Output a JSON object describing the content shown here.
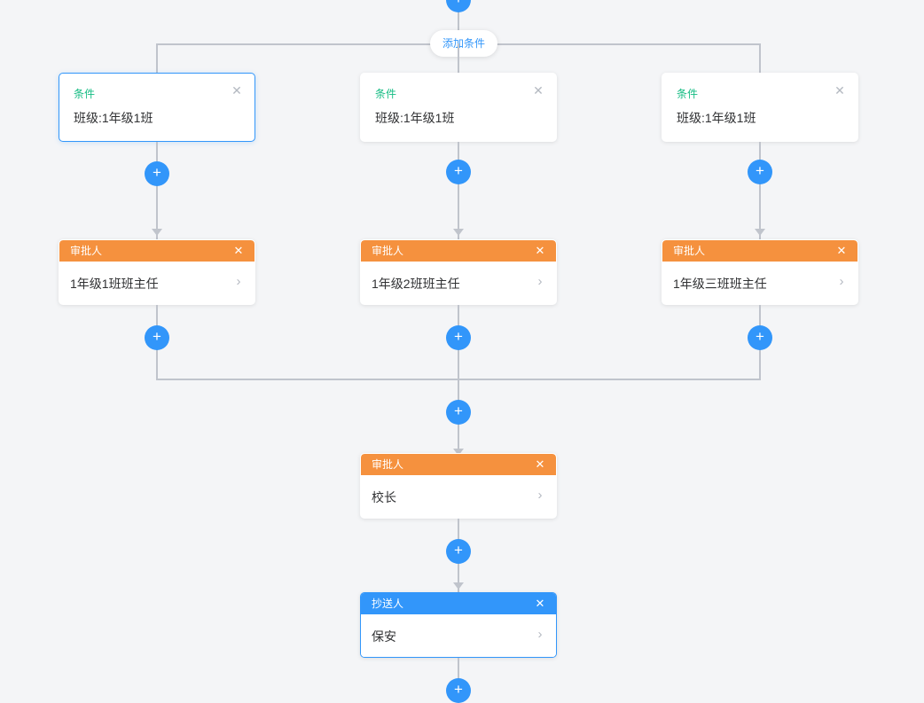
{
  "canvas": {
    "background": "#f4f5f7",
    "line_color": "#c0c4cc",
    "accent_blue": "#3296fa",
    "accent_orange": "#f5913e",
    "accent_green": "#15bc83"
  },
  "add_condition": {
    "label": "添加条件"
  },
  "plus_buttons": [
    {
      "name": "add-node-top",
      "glyph": "+"
    },
    {
      "name": "add-node-branch-1",
      "glyph": "+"
    },
    {
      "name": "add-node-branch-2",
      "glyph": "+"
    },
    {
      "name": "add-node-branch-3",
      "glyph": "+"
    },
    {
      "name": "add-node-after-approver-1",
      "glyph": "+"
    },
    {
      "name": "add-node-after-approver-2",
      "glyph": "+"
    },
    {
      "name": "add-node-after-approver-3",
      "glyph": "+"
    },
    {
      "name": "add-node-after-merge",
      "glyph": "+"
    },
    {
      "name": "add-node-after-principal",
      "glyph": "+"
    },
    {
      "name": "add-node-after-cc",
      "glyph": "+"
    }
  ],
  "branches": [
    {
      "condition": {
        "title": "条件",
        "value": "班级:1年级1班",
        "close_glyph": "✕",
        "selected": true
      },
      "approver": {
        "title": "审批人",
        "value": "1年级1班班主任",
        "close_glyph": "✕",
        "chevron_glyph": "›",
        "selected": false
      }
    },
    {
      "condition": {
        "title": "条件",
        "value": "班级:1年级1班",
        "close_glyph": "✕",
        "selected": false
      },
      "approver": {
        "title": "审批人",
        "value": "1年级2班班主任",
        "close_glyph": "✕",
        "chevron_glyph": "›",
        "selected": false
      }
    },
    {
      "condition": {
        "title": "条件",
        "value": "班级:1年级1班",
        "close_glyph": "✕",
        "selected": false
      },
      "approver": {
        "title": "审批人",
        "value": "1年级三班班主任",
        "close_glyph": "✕",
        "chevron_glyph": "›",
        "selected": false
      }
    }
  ],
  "trunk": {
    "principal": {
      "title": "审批人",
      "value": "校长",
      "close_glyph": "✕",
      "chevron_glyph": "›",
      "selected": false
    },
    "cc": {
      "title": "抄送人",
      "value": "保安",
      "close_glyph": "✕",
      "chevron_glyph": "›",
      "selected": true
    }
  }
}
